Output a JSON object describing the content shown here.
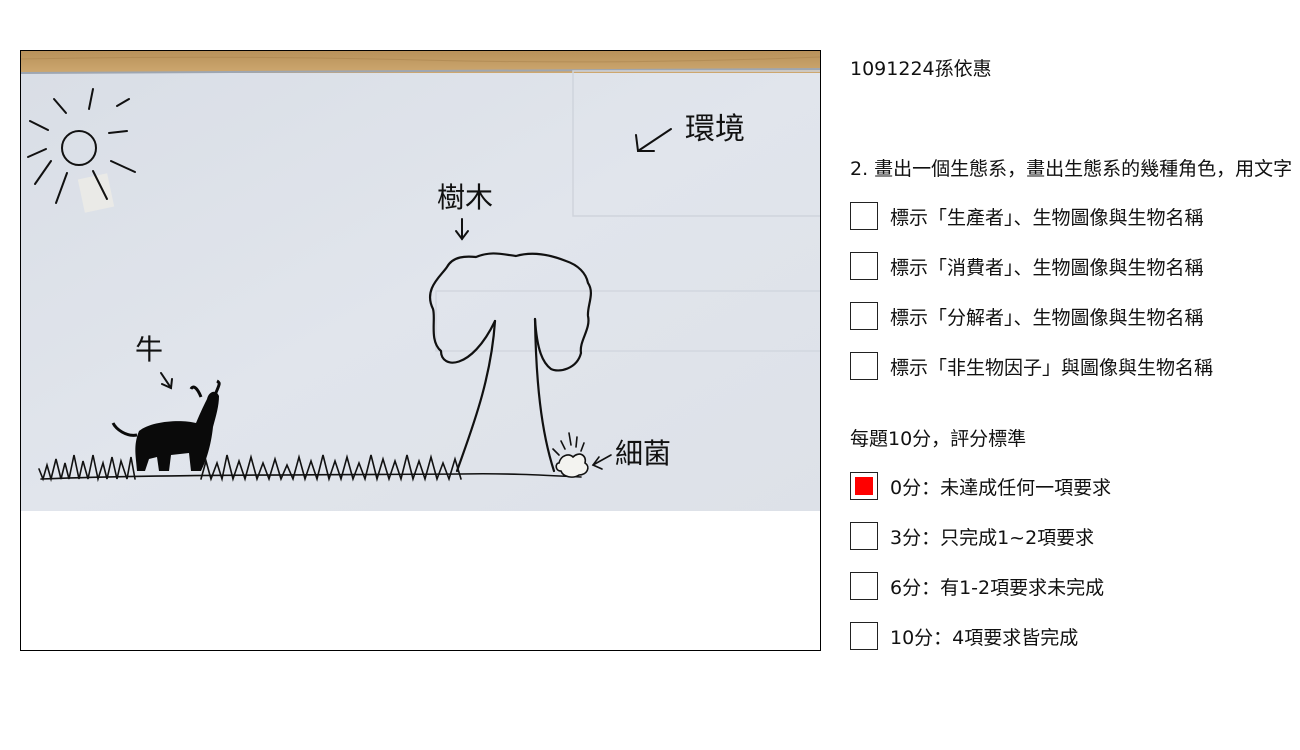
{
  "student": {
    "name": "1091224孫依惠"
  },
  "drawing": {
    "labels": {
      "environment": "環境",
      "tree": "樹木",
      "cow": "牛",
      "bacteria": "細菌"
    }
  },
  "question": {
    "text": "2. 畫出一個生態系，畫出生態系的幾種角色，用文字"
  },
  "requirements": [
    {
      "label": "標示「生產者」、生物圖像與生物名稱",
      "checked": false
    },
    {
      "label": "標示「消費者」、生物圖像與生物名稱",
      "checked": false
    },
    {
      "label": "標示「分解者」、生物圖像與生物名稱",
      "checked": false
    },
    {
      "label": "標示「非生物因子」與圖像與生物名稱",
      "checked": false
    }
  ],
  "scoring": {
    "title": "每題10分，評分標準",
    "options": [
      {
        "label": "0分：未達成任何一項要求",
        "checked": true
      },
      {
        "label": "3分：只完成1~2項要求",
        "checked": false
      },
      {
        "label": "6分：有1-2項要求未完成",
        "checked": false
      },
      {
        "label": "10分：4項要求皆完成",
        "checked": false
      }
    ]
  },
  "colors": {
    "checked_fill": "#ff0000",
    "paper": "#dfe3ea",
    "table_wood": "#c9a36a"
  },
  "icons": {
    "unchecked": "empty-checkbox-icon",
    "checked": "red-checked-checkbox-icon"
  }
}
